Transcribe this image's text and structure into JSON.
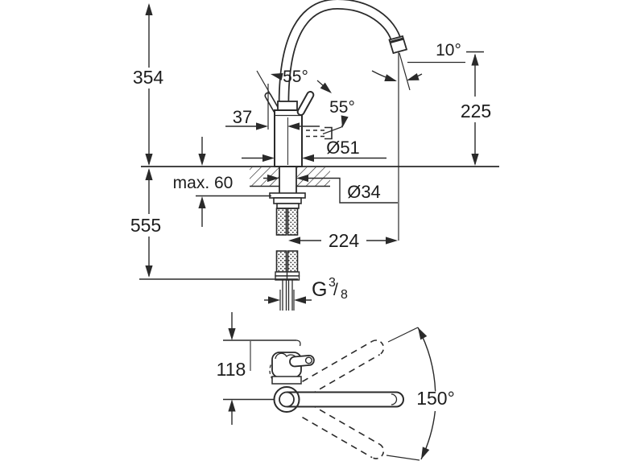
{
  "drawing": {
    "background": "#ffffff",
    "line_color": "#2a2a2a",
    "front_view": {
      "labels": {
        "height_above_counter": "354",
        "height_below_counter": "555",
        "max_counter_thickness": "max. 60",
        "handle_clearance": "37",
        "handle_angle_left": "55°",
        "handle_angle_right": "55°",
        "spout_tilt_angle": "10°",
        "spout_outlet_height": "225",
        "body_diameter": "Ø51",
        "mounting_hole_diameter": "Ø34",
        "spout_reach": "224",
        "thread_g": "G",
        "thread_numerator": "3",
        "thread_slash": "/",
        "thread_denominator": "8"
      }
    },
    "plan_view": {
      "labels": {
        "handle_depth": "118",
        "swivel_range": "150°"
      }
    }
  }
}
